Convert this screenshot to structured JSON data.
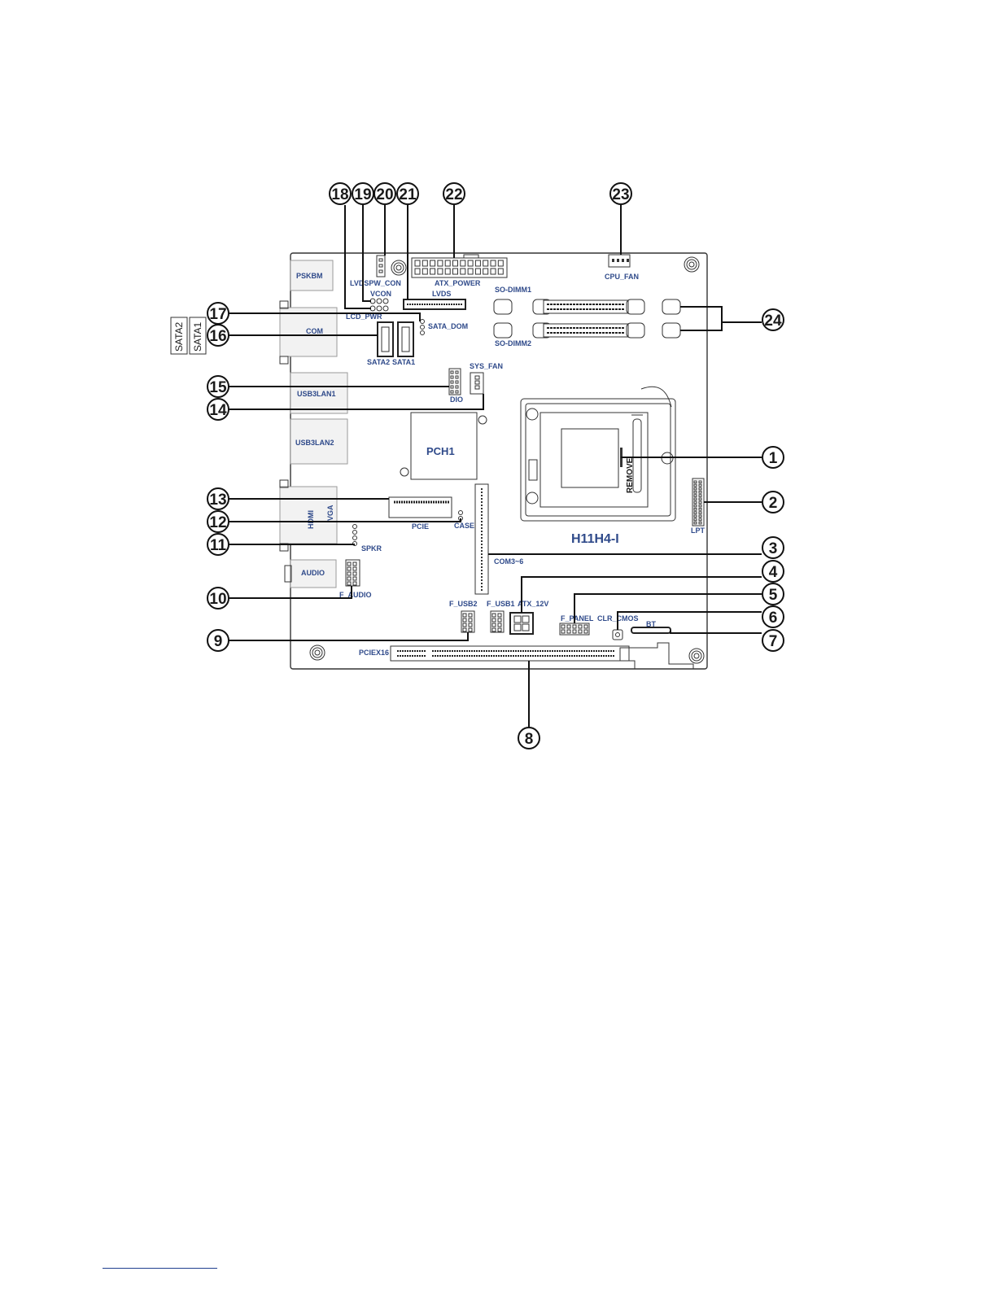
{
  "board": {
    "model": "H11H4-I",
    "chip": "PCH1",
    "remove_mark": "REMOVE"
  },
  "side_tags": [
    "SATA2",
    "SATA1"
  ],
  "labels": {
    "pskbm": "PSKBM",
    "com": "COM",
    "usb3lan1": "USB3LAN1",
    "usb3lan2": "USB3LAN2",
    "hdmi": "HDMI",
    "vga": "VGA",
    "audio": "AUDIO",
    "lvdspw_con": "LVDSPW_CON",
    "vcon": "VCON",
    "lcd_pwr": "LCD_PWR",
    "lvds": "LVDS",
    "atx_power": "ATX_POWER",
    "sata_dom": "SATA_DOM",
    "sata2": "SATA2",
    "sata1": "SATA1",
    "sys_fan": "SYS_FAN",
    "dio": "DIO",
    "cpu_fan": "CPU_FAN",
    "so_dimm1": "SO-DIMM1",
    "so_dimm2": "SO-DIMM2",
    "pcie": "PCIE",
    "case": "CASE",
    "spkr": "SPKR",
    "f_audio": "F_AUDIO",
    "com3_6": "COM3~6",
    "lpt": "LPT",
    "f_usb2": "F_USB2",
    "f_usb1": "F_USB1",
    "atx_12v": "ATX_12V",
    "f_panel": "F_PANEL",
    "clr_cmos": "CLR_CMOS",
    "bt": "BT",
    "pciex16": "PCIEX16"
  },
  "callouts": [
    "1",
    "2",
    "3",
    "4",
    "5",
    "6",
    "7",
    "8",
    "9",
    "10",
    "11",
    "12",
    "13",
    "14",
    "15",
    "16",
    "17",
    "18",
    "19",
    "20",
    "21",
    "22",
    "23",
    "24"
  ]
}
